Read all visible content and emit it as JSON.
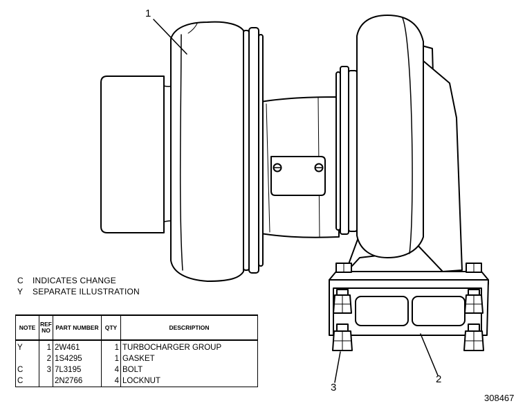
{
  "callouts": {
    "one": "1",
    "two": "2",
    "three": "3"
  },
  "legend": [
    {
      "code": "C",
      "text": "INDICATES CHANGE"
    },
    {
      "code": "Y",
      "text": "SEPARATE ILLUSTRATION"
    }
  ],
  "parts_table": {
    "headers": {
      "note": "NOTE",
      "ref": "REF NO",
      "part": "PART NUMBER",
      "qty": "QTY",
      "desc": "DESCRIPTION"
    },
    "rows": [
      {
        "note": "Y",
        "ref": "1",
        "part": "2W461",
        "qty": "1",
        "desc": "TURBOCHARGER GROUP"
      },
      {
        "note": "",
        "ref": "2",
        "part": "1S4295",
        "qty": "1",
        "desc": "GASKET"
      },
      {
        "note": "C",
        "ref": "3",
        "part": "7L3195",
        "qty": "4",
        "desc": "BOLT"
      },
      {
        "note": "C",
        "ref": "",
        "part": "2N2766",
        "qty": "4",
        "desc": "LOCKNUT"
      }
    ]
  },
  "figure_number": "308467"
}
